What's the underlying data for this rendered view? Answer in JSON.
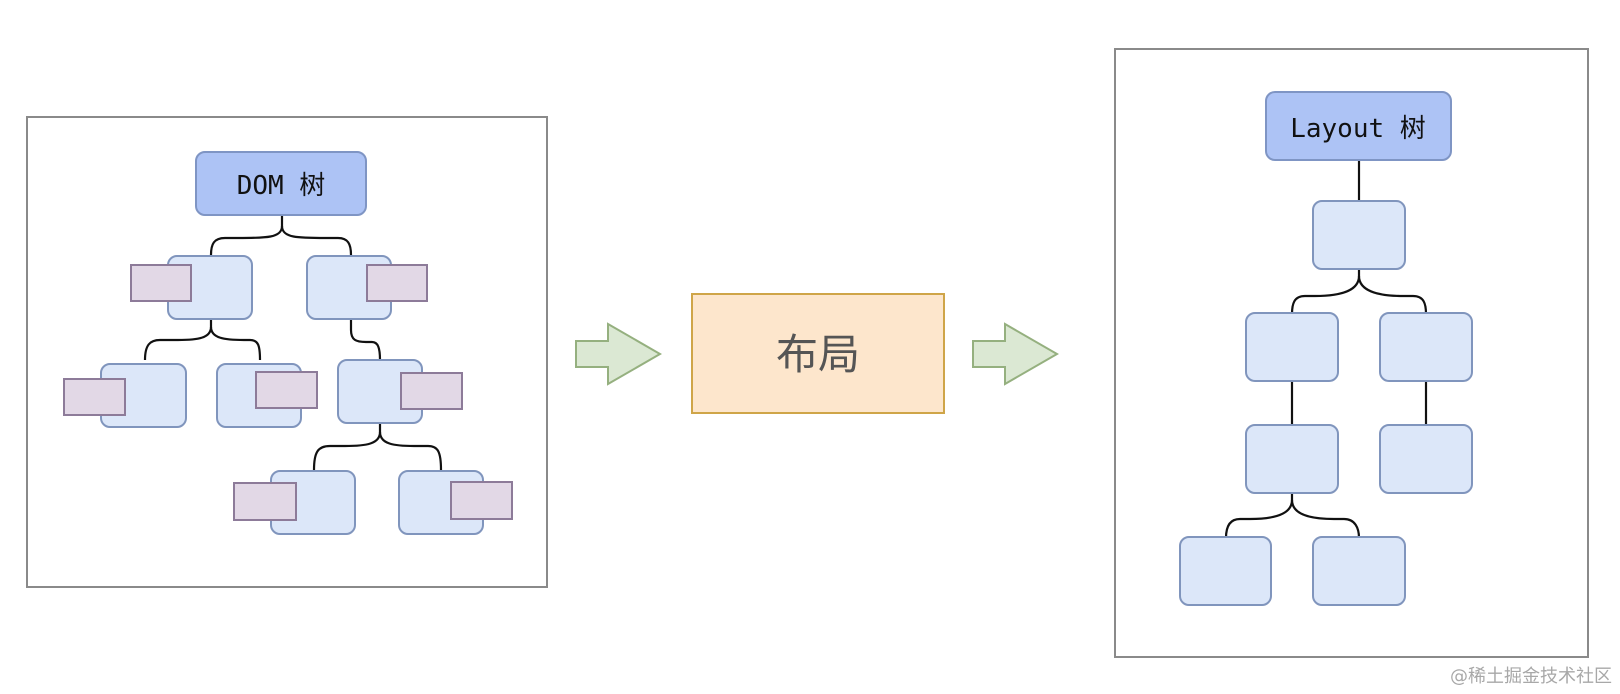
{
  "diagram": {
    "dom_tree_label": "DOM 树",
    "process_label": "布局",
    "layout_tree_label": "Layout 树"
  },
  "watermark": "@稀土掘金技术社区"
}
